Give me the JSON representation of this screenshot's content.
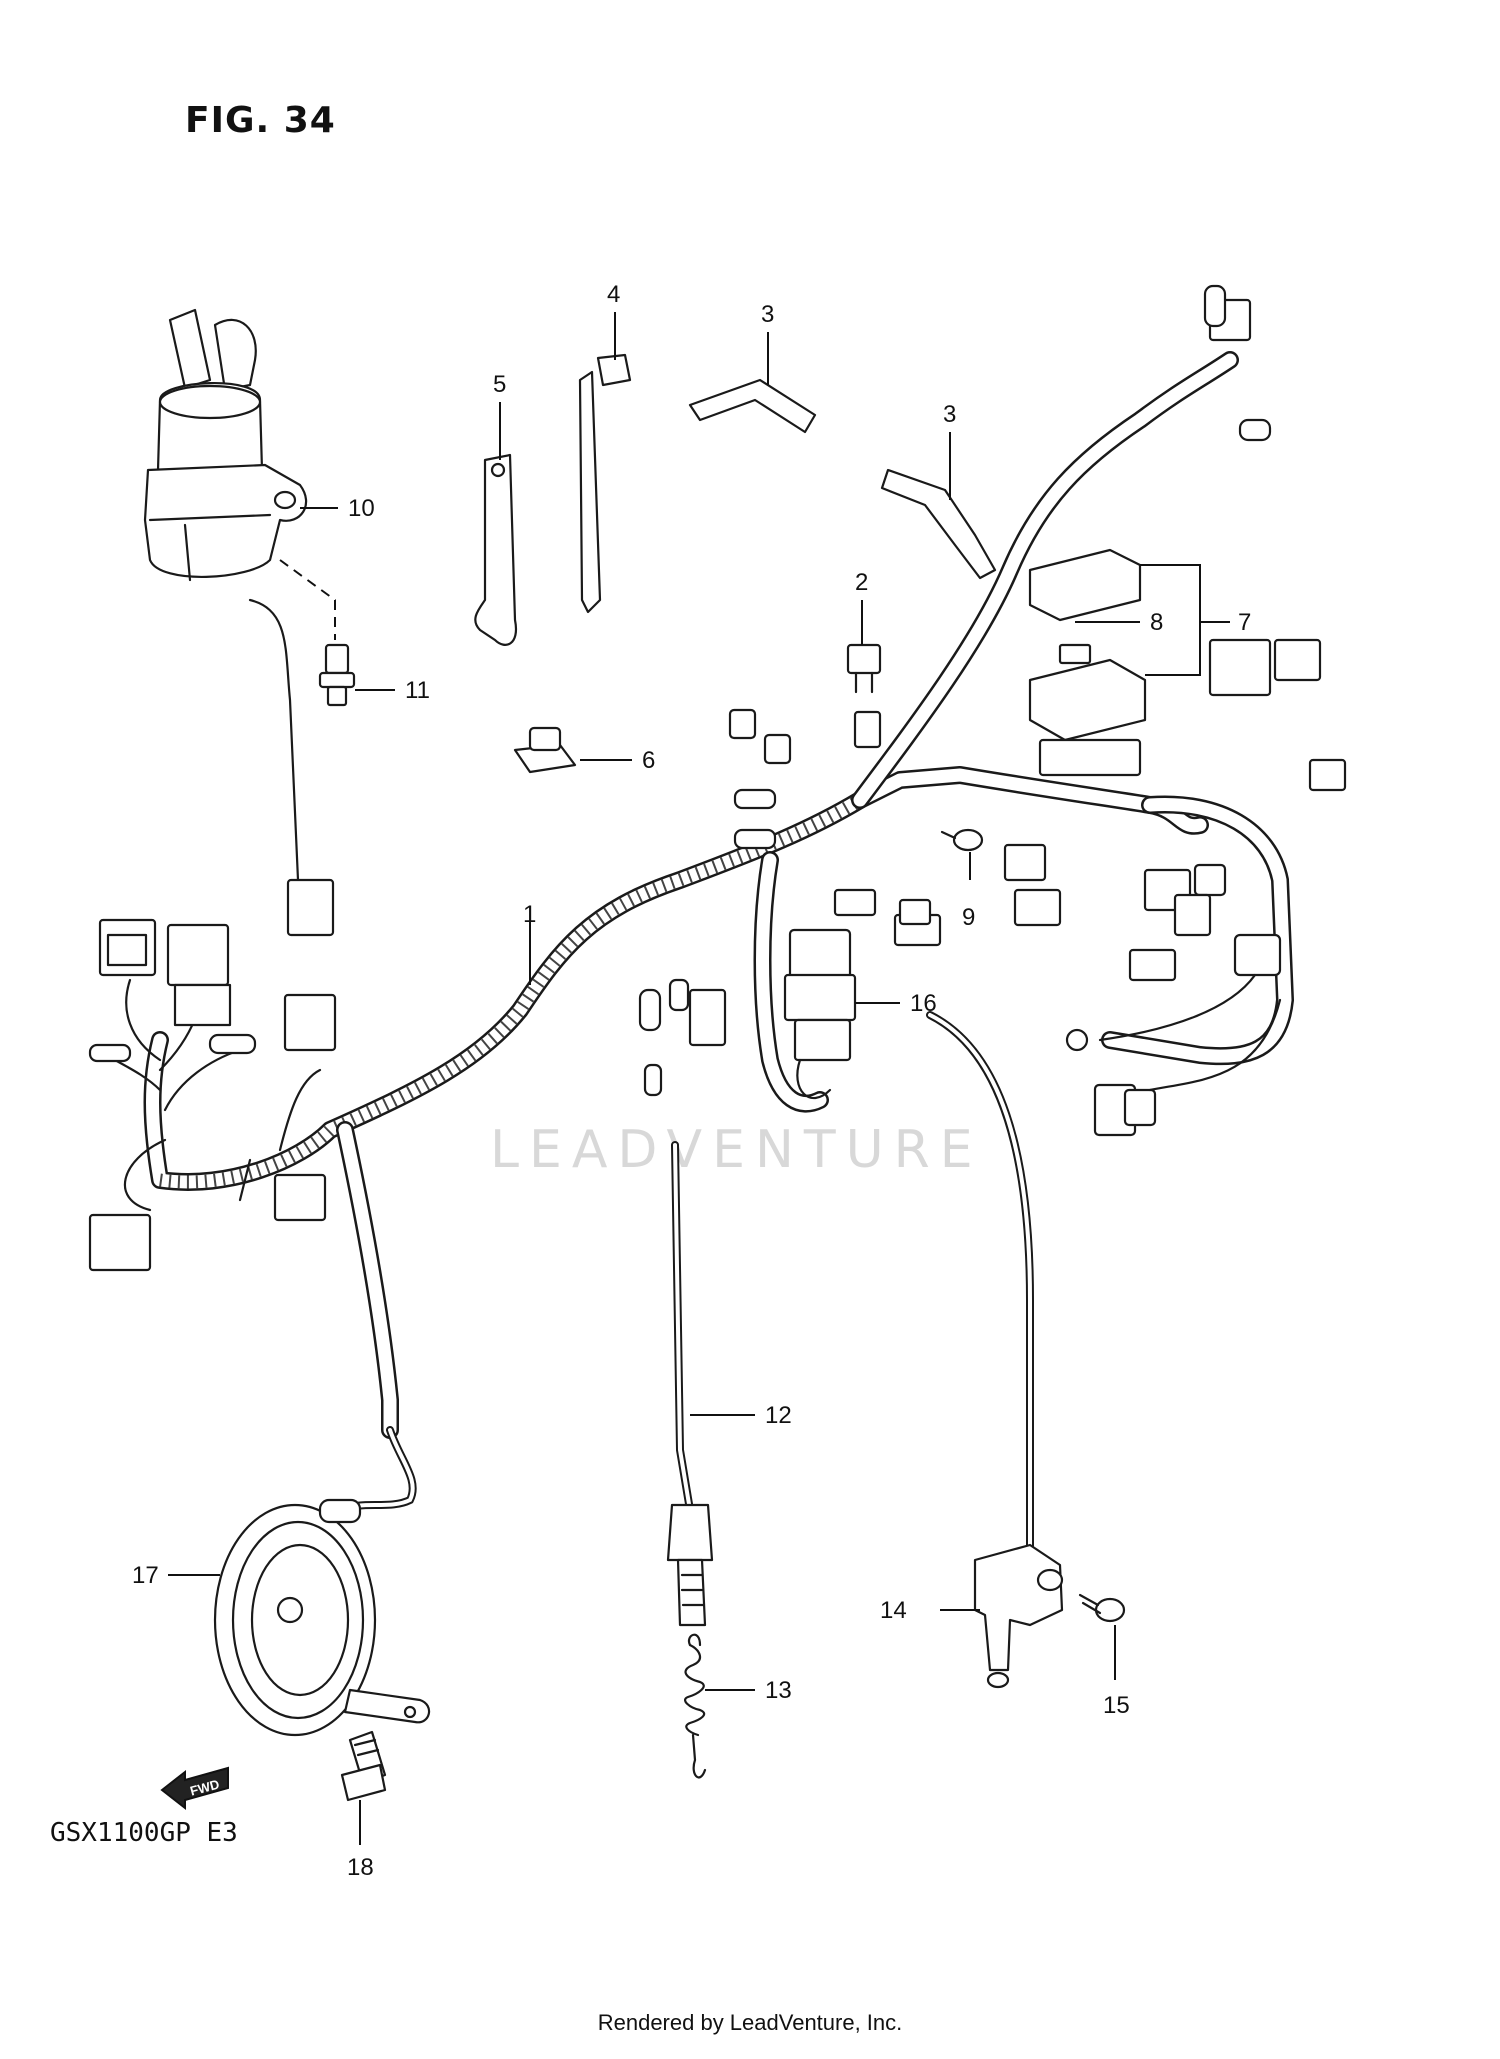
{
  "figure": {
    "title": "FIG. 34",
    "model_code": "GSX1100GP E3",
    "watermark": "LEADVENTURE",
    "footer": "Rendered by LeadVenture, Inc."
  },
  "callouts": {
    "c1": "1",
    "c2": "2",
    "c3a": "3",
    "c3b": "3",
    "c4": "4",
    "c5": "5",
    "c6": "6",
    "c7": "7",
    "c8": "8",
    "c9": "9",
    "c10": "10",
    "c11": "11",
    "c12": "12",
    "c13": "13",
    "c14": "14",
    "c15": "15",
    "c16": "16",
    "c17": "17",
    "c18": "18"
  },
  "fwd_arrow_label": "FWD"
}
